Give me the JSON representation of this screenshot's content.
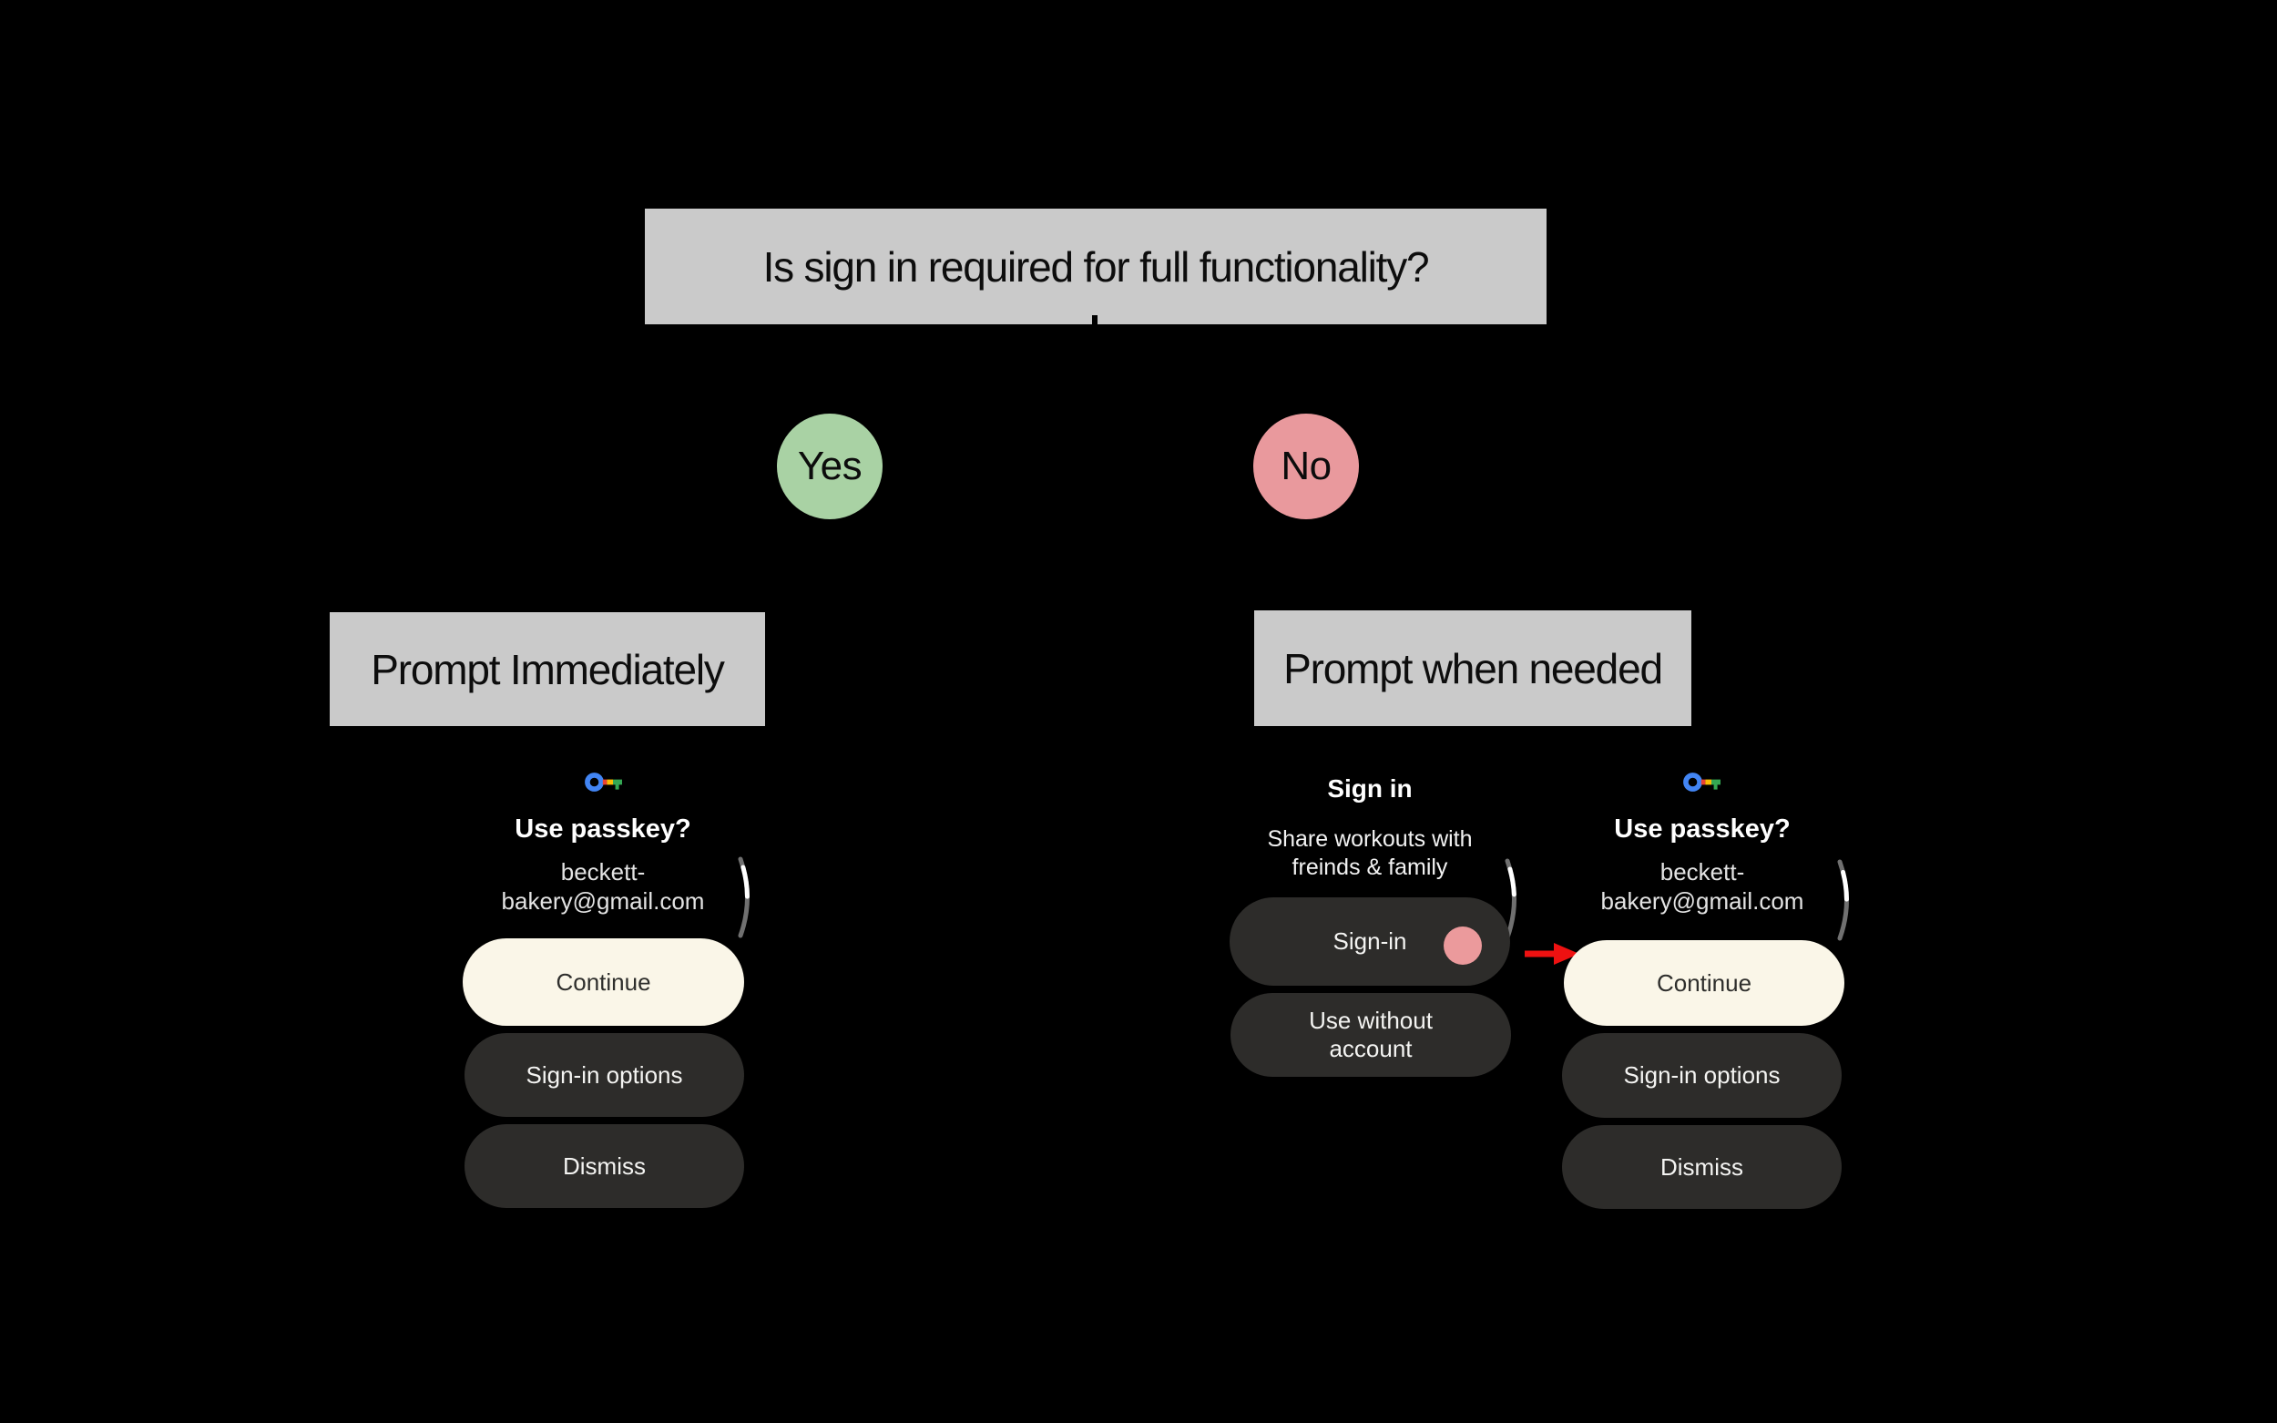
{
  "flowchart": {
    "question": "Is sign in required for full functionality?",
    "yes_label": "Yes",
    "no_label": "No",
    "yes_branch_label": "Prompt Immediately",
    "no_branch_label": "Prompt when needed"
  },
  "passkey_screen": {
    "icon": "passkey-icon",
    "title": "Use passkey?",
    "email_lines": [
      "beckett-",
      "bakery@gmail.com"
    ],
    "continue_label": "Continue",
    "signin_options_label": "Sign-in options",
    "dismiss_label": "Dismiss"
  },
  "signin_screen": {
    "title": "Sign in",
    "subtitle_lines": [
      "Share workouts with",
      "freinds & family"
    ],
    "signin_label": "Sign-in",
    "tap_indicator": "tap-indicator",
    "use_without_account_lines": [
      "Use without",
      "account"
    ]
  },
  "colors": {
    "background": "#000000",
    "flow_box_gray": "#cacaca",
    "yes_green": "#a9d2a4",
    "no_pink": "#e9999d",
    "primary_button_cream": "#faf6e8",
    "secondary_button_dark": "#2d2c2a",
    "tap_indicator_pink": "#eb9a9c",
    "arrow_red": "#ee1111",
    "scroll_track_gray": "#707070",
    "scroll_thumb_white": "#ffffff",
    "passkey_blue": "#4285f4",
    "passkey_red": "#ea4335",
    "passkey_yellow": "#fbbc04",
    "passkey_green": "#34a853"
  }
}
